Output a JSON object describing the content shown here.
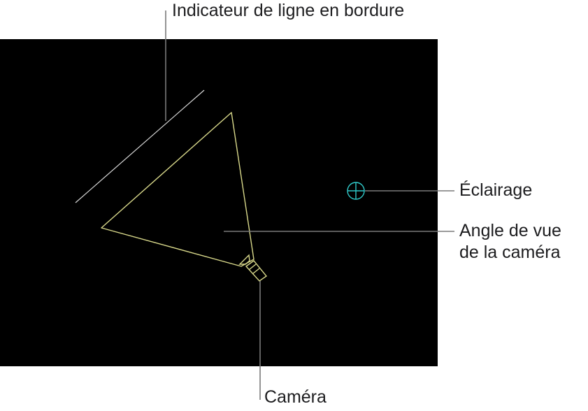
{
  "labels": {
    "edge_line_indicator": "Indicateur de ligne en bordure",
    "light": "Éclairage",
    "camera_view_angle_line1": "Angle de vue",
    "camera_view_angle_line2": "de la caméra",
    "camera": "Caméra"
  },
  "colors": {
    "canvas_background": "#000000",
    "camera_frustum": "#d8d88a",
    "light_icon": "#2fc7c7",
    "edge_indicator": "#d9d9d9",
    "callout_line": "#7a7a7a",
    "label_text": "#1d1d1f"
  },
  "icons": {
    "light": "crosshair-circle-icon",
    "camera": "camera-body-icon"
  }
}
